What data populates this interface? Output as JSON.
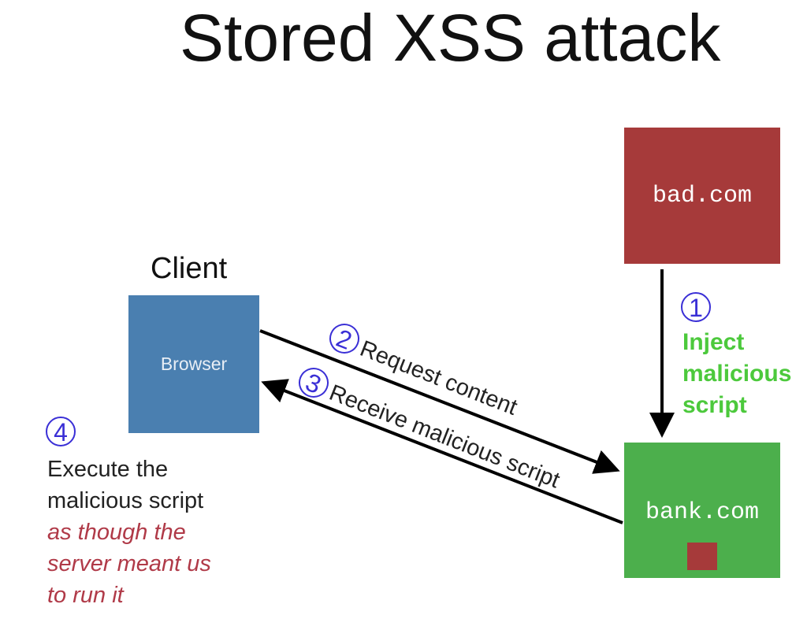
{
  "title": "Stored XSS attack",
  "client_label": "Client",
  "nodes": {
    "browser": "Browser",
    "attacker": "bad.com",
    "server": "bank.com"
  },
  "steps": [
    {
      "number": "1",
      "label_lines": [
        "Inject",
        "malicious",
        "script"
      ]
    },
    {
      "number": "2",
      "label": "Request content"
    },
    {
      "number": "3",
      "label": "Receive malicious script"
    },
    {
      "number": "4",
      "label_lines": [
        "Execute the",
        "malicious script"
      ],
      "emphasis_lines": [
        "as though the",
        "server meant us",
        "to run it"
      ]
    }
  ],
  "colors": {
    "browser_box": "#4a7fb0",
    "attacker_box": "#a63a3a",
    "server_box": "#4caf4c",
    "step1_text": "#4cc93c",
    "emphasis_text": "#b03a48",
    "step_circle": "#3a2fd6"
  }
}
